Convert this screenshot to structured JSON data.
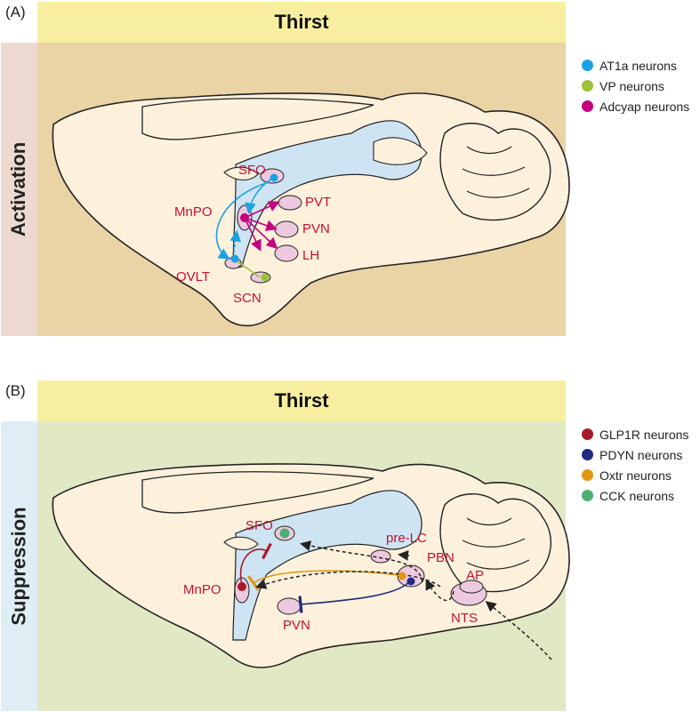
{
  "panel_a": {
    "letter": "(A)",
    "title": "Thirst",
    "side_label": "Activation",
    "regions": {
      "sfo": "SFO",
      "mnpo": "MnPO",
      "pvt": "PVT",
      "pvn": "PVN",
      "lh": "LH",
      "ovlt": "OVLT",
      "scn": "SCN"
    },
    "legend": [
      {
        "label": "AT1a neurons",
        "color": "#1ba1e2"
      },
      {
        "label": "VP neurons",
        "color": "#9dc03b"
      },
      {
        "label": "Adcyap neurons",
        "color": "#c4007f"
      }
    ],
    "colors": {
      "title_bg": "#f7ef9f",
      "side_bg": "#eed9d1",
      "main_bg": "#ead3a5"
    }
  },
  "panel_b": {
    "letter": "(B)",
    "title": "Thirst",
    "side_label": "Suppression",
    "regions": {
      "sfo": "SFO",
      "mnpo": "MnPO",
      "pvn": "PVN",
      "prelc": "pre-LC",
      "pbn": "PBN",
      "ap": "AP",
      "nts": "NTS"
    },
    "legend": [
      {
        "label": "GLP1R neurons",
        "color": "#a61b29"
      },
      {
        "label": "PDYN neurons",
        "color": "#1f2a80"
      },
      {
        "label": "Oxtr neurons",
        "color": "#e3960f"
      },
      {
        "label": "CCK neurons",
        "color": "#4caf73"
      }
    ],
    "colors": {
      "title_bg": "#f7ef9f",
      "side_bg": "#dfeef5",
      "main_bg": "#e0e8c4"
    }
  },
  "colors": {
    "brain_fill": "#fdf1dc",
    "ventricle": "#cfe4f3",
    "nucleus": "#ecc9de",
    "label_text": "#c8102e"
  }
}
